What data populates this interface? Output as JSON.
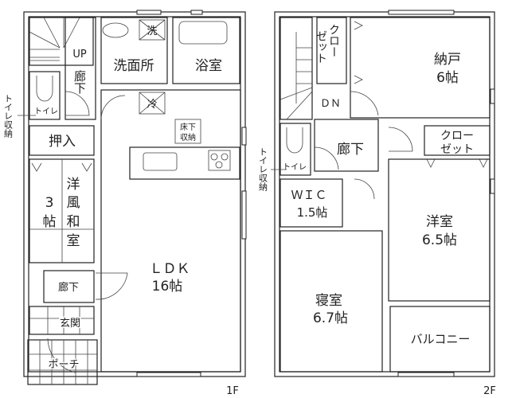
{
  "floor1": {
    "label": "1F",
    "stairs_label": "UP",
    "hall_upper": "廊下",
    "toilet": "トイレ",
    "toilet_storage": "トイレ収納",
    "washroom": "洗面所",
    "washer_mark": "洗",
    "bath": "浴室",
    "fridge_mark": "冷",
    "underfloor_1": "床下",
    "underfloor_2": "収納",
    "closet": "押入",
    "washitsu": {
      "c1": "洋",
      "c2": "3",
      "c3": "風",
      "c4": "帖",
      "c5": "和",
      "c6": "室"
    },
    "ldk_name": "ＬＤＫ",
    "ldk_size": "16帖",
    "hall_lower": "廊下",
    "entrance": "玄関",
    "porch": "ポーチ"
  },
  "floor2": {
    "label": "2F",
    "stairs_label": "ＤＮ",
    "closet_left_col1": "クロー",
    "closet_left_col2": "ゼット",
    "storage_name": "納戸",
    "storage_size": "6帖",
    "toilet": "トイレ",
    "toilet_storage": "トイレ収納",
    "hall": "廊下",
    "closet_right_1": "クロー",
    "closet_right_2": "ゼット",
    "wic_name": "ＷＩＣ",
    "wic_size": "1.5帖",
    "western_name": "洋室",
    "western_size": "6.5帖",
    "bedroom_name": "寝室",
    "bedroom_size": "6.7帖",
    "balcony": "バルコニー"
  }
}
